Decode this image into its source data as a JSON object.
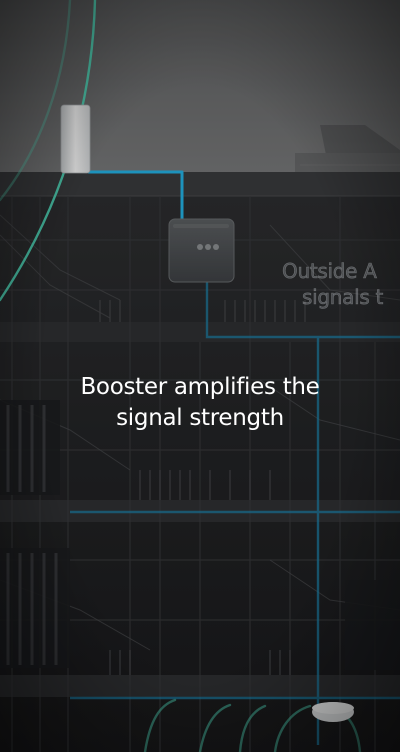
{
  "caption": {
    "line1": "Booster amplifies the",
    "line2": "signal strength"
  },
  "background_label": {
    "line1": "Outside A",
    "line2": "signals t"
  },
  "colors": {
    "signal_line": "#24b3e6",
    "signal_wave": "#52e0c0",
    "booster_body": "#505356",
    "antenna": "#eceff0",
    "sky": "#6e6f70",
    "building": "#2a2b2d"
  },
  "icons": {
    "outdoor_antenna": "outdoor-antenna-icon",
    "booster_unit": "booster-unit-icon",
    "indoor_antenna": "indoor-antenna-icon"
  }
}
